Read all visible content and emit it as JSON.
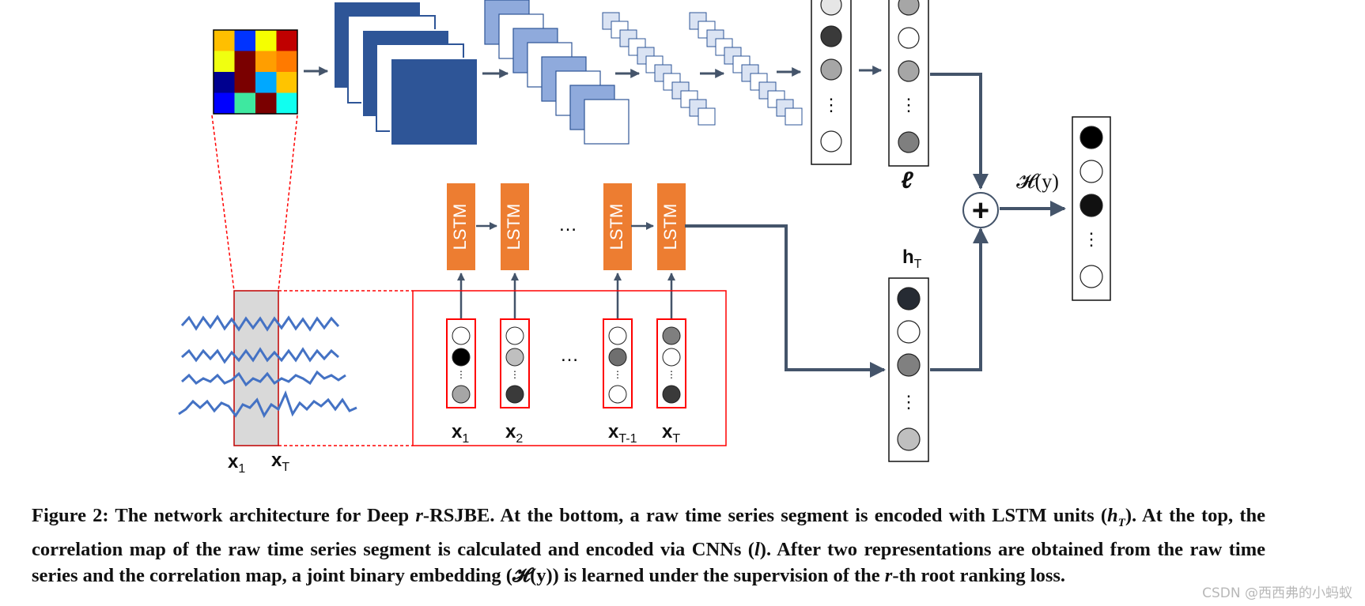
{
  "figure": {
    "correlation_map": {
      "colors": [
        [
          "#ffbf00",
          "#0033ff",
          "#f5ff00",
          "#c00000"
        ],
        [
          "#f0ff10",
          "#7a0000",
          "#ff9e00",
          "#ff7a00"
        ],
        [
          "#00008f",
          "#7a0000",
          "#00a8ff",
          "#ffc400"
        ],
        [
          "#0000ff",
          "#3ee8a0",
          "#7a0000",
          "#10fff0"
        ]
      ]
    },
    "lstm_label": "LSTM",
    "ellipsis": "…",
    "vdots": "⋮",
    "inputs": [
      {
        "name": "x",
        "sub": "1"
      },
      {
        "name": "x",
        "sub": "2"
      },
      {
        "name": "x",
        "sub": "T-1"
      },
      {
        "name": "x",
        "sub": "T"
      }
    ],
    "segment_labels": [
      {
        "name": "x",
        "sub": "1"
      },
      {
        "name": "x",
        "sub": "T"
      }
    ],
    "l_label": "ℓ",
    "ht_label": {
      "name": "h",
      "sub": "T"
    },
    "hy_label": "𝓗(y)",
    "plus": "+",
    "colors": {
      "conv_dark": "#2e5597",
      "conv_light": "#8faadc",
      "conv_pale": "#dae3f3",
      "lstm": "#ed7d31",
      "arrow": "#44546a",
      "wave": "#4472c4",
      "red": "#ff0000",
      "segment_fill": "#d9d9d9"
    }
  },
  "caption": {
    "prefix": "Figure 2: The network architecture for Deep ",
    "r1": "r",
    "mid1": "-RSJBE. At the bottom, a raw time series segment is encoded with LSTM units (",
    "h": "h",
    "hsub": "T",
    "mid2": "). At the top, the correlation map of the raw time series segment is calculated and encoded via CNNs (",
    "l": "l",
    "mid3": "). After two representations are obtained from the raw time series and the correlation map, a joint binary embedding (",
    "hy": "𝓗(y)",
    "mid4": ") is learned under the supervision of the ",
    "r2": "r",
    "suffix": "-th root ranking loss."
  },
  "watermark": "CSDN @西西弗的小蚂蚁"
}
